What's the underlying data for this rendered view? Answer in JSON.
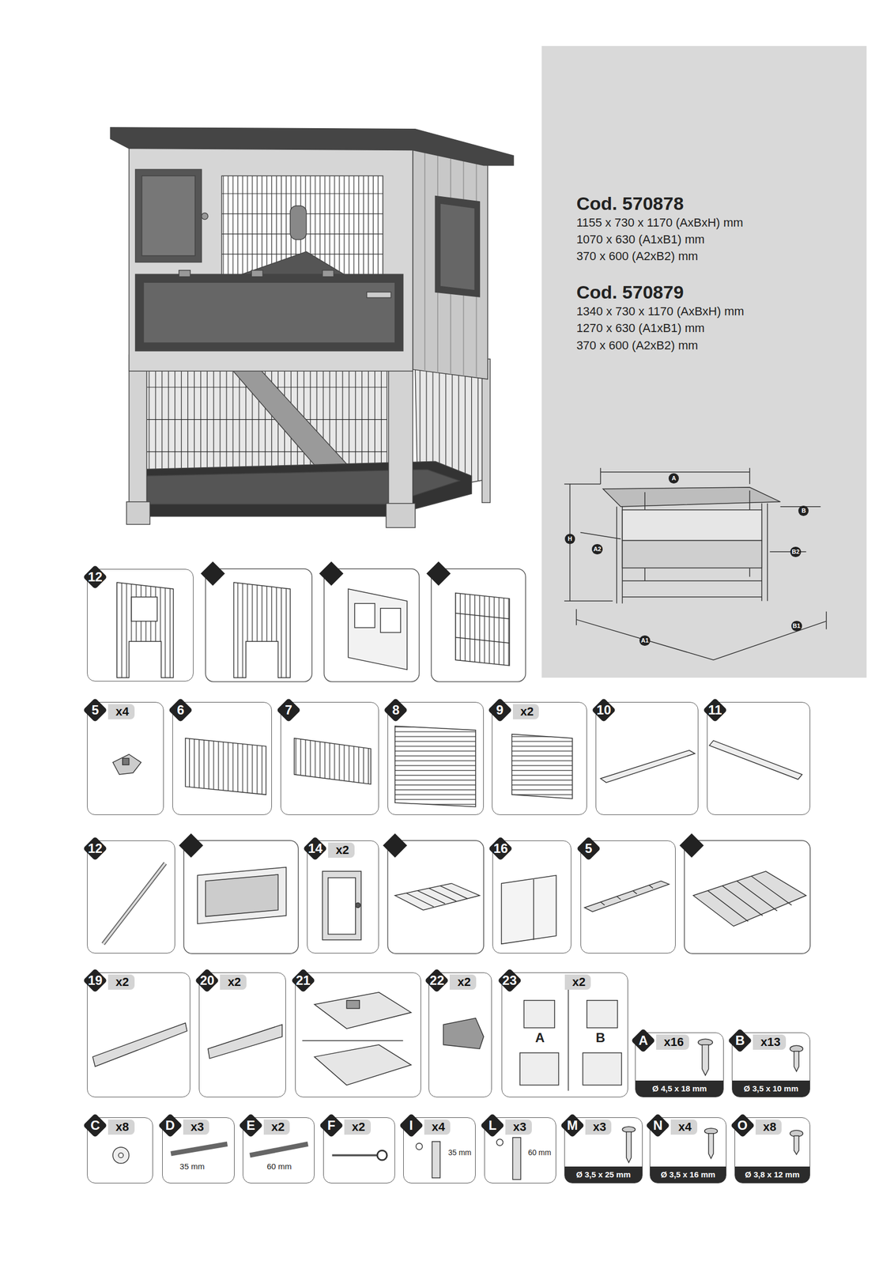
{
  "diagram": {
    "nodes": [
      {
        "text": [
          "12"
        ]
      },
      {
        "text": [
          "5",
          "x4"
        ]
      },
      {
        "text": [
          "6"
        ]
      },
      {
        "text": [
          "7"
        ]
      },
      {
        "text": [
          "8"
        ]
      },
      {
        "text": [
          "9",
          "x2"
        ]
      },
      {
        "text": [
          "10"
        ]
      },
      {
        "text": [
          "11"
        ]
      },
      {
        "text": [
          "12"
        ]
      },
      {
        "text": [
          "14",
          "x2"
        ]
      },
      {
        "text": [
          "16"
        ]
      },
      {
        "text": [
          "5"
        ]
      },
      {
        "text": [
          "19",
          "x2"
        ]
      },
      {
        "text": [
          "20",
          "x2"
        ]
      },
      {
        "text": [
          "21"
        ]
      },
      {
        "text": [
          "22",
          "x2"
        ]
      },
      {
        "text": [
          "23",
          "x2",
          "A",
          "B"
        ]
      },
      {
        "text": [
          "A",
          "x16",
          "Ø 4,5 x 18 mm"
        ]
      },
      {
        "text": [
          "B",
          "x13",
          "Ø 3,5 x 10 mm"
        ]
      },
      {
        "text": [
          "C",
          "x8"
        ]
      },
      {
        "text": [
          "D",
          "x3",
          "35 mm"
        ]
      },
      {
        "text": [
          "E",
          "x2",
          "60 mm"
        ]
      },
      {
        "text": [
          "F",
          "x2"
        ]
      },
      {
        "text": [
          "I",
          "x4",
          "35 mm"
        ]
      },
      {
        "text": [
          "L",
          "x3",
          "60 mm"
        ]
      },
      {
        "text": [
          "M",
          "x3",
          "Ø 3,5 x 25 mm"
        ]
      },
      {
        "text": [
          "N",
          "x4",
          "Ø 3,5 x 16 mm"
        ]
      },
      {
        "text": [
          "O",
          "x8",
          "Ø 3,8 x 12 mm"
        ]
      }
    ],
    "labels": [
      "Cod. 570878",
      "1155 x 730 x 1170 (AxBxH) mm",
      "1070 x 630 (A1xB1) mm",
      "370 x 600 (A2xB2) mm",
      "Cod. 570879",
      "1340 x 730 x 1170 (AxBxH) mm",
      "1270 x 630 (A1xB1) mm",
      "370 x 600 (A2xB2) mm",
      "A",
      "B",
      "H",
      "A2",
      "B2",
      "B1",
      "A1"
    ]
  }
}
